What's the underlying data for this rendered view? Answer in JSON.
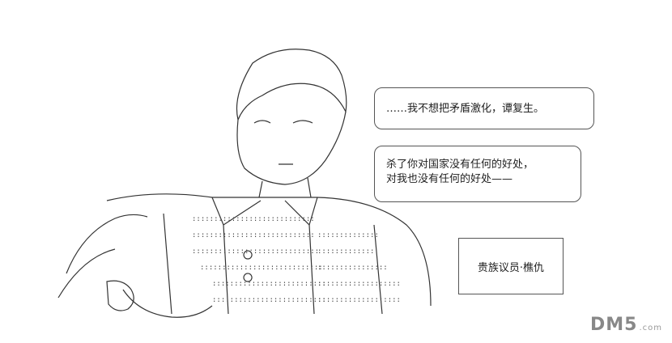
{
  "dialogue": {
    "bubble_1": "……我不想把矛盾激化，谭复生。",
    "bubble_2_line_1": "杀了你对国家没有任何的好处，",
    "bubble_2_line_2": "对我也没有任何的好处——"
  },
  "caption": {
    "label": "贵族议员·樵仇"
  },
  "watermark": {
    "main": "DM5",
    "sub": ".com"
  },
  "colors": {
    "ink": "#222222",
    "border": "#555555",
    "watermark": "#888888",
    "background": "#ffffff"
  }
}
